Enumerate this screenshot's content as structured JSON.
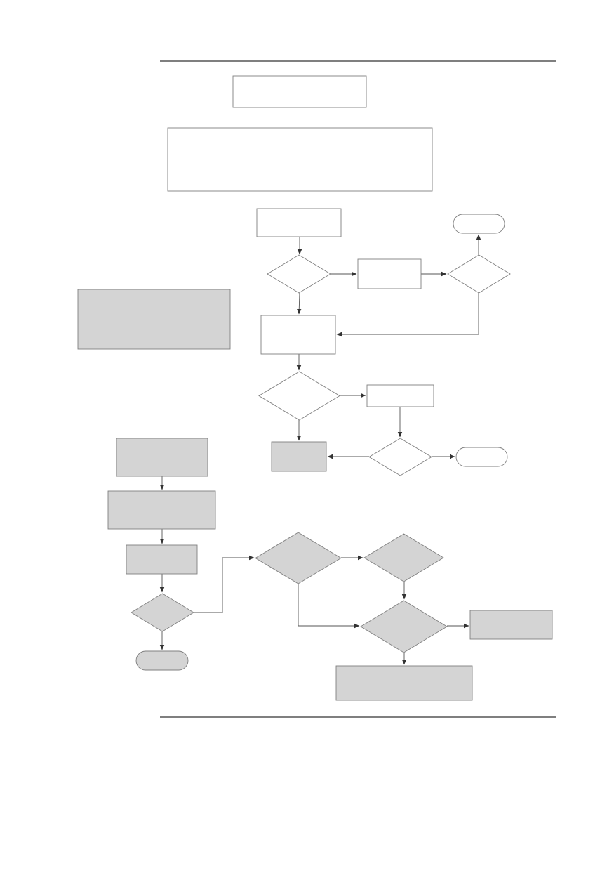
{
  "colors": {
    "page": "#ffffff",
    "outline": "#7f7f7f",
    "empty_fill": "#ffffff",
    "shaded_fill": "#d4d4d4",
    "rule": "#333333",
    "connector": "#555555"
  },
  "nodes": [
    {
      "id": "title-box",
      "shape": "rect",
      "fill": "white",
      "label": ""
    },
    {
      "id": "intro-box",
      "shape": "rect",
      "fill": "white",
      "label": ""
    },
    {
      "id": "note-box",
      "shape": "rect",
      "fill": "shaded",
      "label": ""
    },
    {
      "id": "step-1",
      "shape": "rect",
      "fill": "white",
      "label": ""
    },
    {
      "id": "decision-1",
      "shape": "diamond",
      "fill": "white",
      "label": ""
    },
    {
      "id": "step-1b",
      "shape": "rect",
      "fill": "white",
      "label": ""
    },
    {
      "id": "decision-1b",
      "shape": "diamond",
      "fill": "white",
      "label": ""
    },
    {
      "id": "terminal-1",
      "shape": "terminal",
      "fill": "white",
      "label": ""
    },
    {
      "id": "step-2",
      "shape": "rect",
      "fill": "white",
      "label": ""
    },
    {
      "id": "decision-2",
      "shape": "diamond",
      "fill": "white",
      "label": ""
    },
    {
      "id": "step-2b",
      "shape": "rect",
      "fill": "white",
      "label": ""
    },
    {
      "id": "decision-2b",
      "shape": "diamond",
      "fill": "white",
      "label": ""
    },
    {
      "id": "terminal-2",
      "shape": "terminal",
      "fill": "white",
      "label": ""
    },
    {
      "id": "step-3",
      "shape": "rect",
      "fill": "shaded",
      "label": ""
    },
    {
      "id": "step-4",
      "shape": "rect",
      "fill": "shaded",
      "label": ""
    },
    {
      "id": "step-5",
      "shape": "rect",
      "fill": "shaded",
      "label": ""
    },
    {
      "id": "step-6",
      "shape": "rect",
      "fill": "shaded",
      "label": ""
    },
    {
      "id": "decision-3",
      "shape": "diamond",
      "fill": "shaded",
      "label": ""
    },
    {
      "id": "terminal-3",
      "shape": "terminal",
      "fill": "shaded",
      "label": ""
    },
    {
      "id": "decision-4",
      "shape": "diamond",
      "fill": "shaded",
      "label": ""
    },
    {
      "id": "decision-5",
      "shape": "diamond",
      "fill": "shaded",
      "label": ""
    },
    {
      "id": "decision-6",
      "shape": "diamond",
      "fill": "shaded",
      "label": ""
    },
    {
      "id": "step-7",
      "shape": "rect",
      "fill": "shaded",
      "label": ""
    },
    {
      "id": "step-8",
      "shape": "rect",
      "fill": "shaded",
      "label": ""
    }
  ],
  "edges": [
    {
      "from": "step-1",
      "to": "decision-1"
    },
    {
      "from": "decision-1",
      "to": "step-1b"
    },
    {
      "from": "step-1b",
      "to": "decision-1b"
    },
    {
      "from": "decision-1b",
      "to": "terminal-1"
    },
    {
      "from": "decision-1",
      "to": "step-2"
    },
    {
      "from": "decision-1b",
      "to": "step-2"
    },
    {
      "from": "step-2",
      "to": "decision-2"
    },
    {
      "from": "decision-2",
      "to": "step-2b"
    },
    {
      "from": "step-2b",
      "to": "decision-2b"
    },
    {
      "from": "decision-2b",
      "to": "terminal-2"
    },
    {
      "from": "decision-2",
      "to": "step-3"
    },
    {
      "from": "decision-2b",
      "to": "step-3"
    },
    {
      "from": "step-3",
      "to": "step-4"
    },
    {
      "from": "step-4",
      "to": "step-5"
    },
    {
      "from": "step-5",
      "to": "step-6"
    },
    {
      "from": "step-6",
      "to": "decision-3"
    },
    {
      "from": "decision-3",
      "to": "terminal-3"
    },
    {
      "from": "decision-3",
      "to": "decision-4"
    },
    {
      "from": "decision-4",
      "to": "decision-5"
    },
    {
      "from": "decision-4",
      "to": "decision-6"
    },
    {
      "from": "decision-5",
      "to": "decision-6"
    },
    {
      "from": "decision-6",
      "to": "step-7"
    },
    {
      "from": "decision-6",
      "to": "step-8"
    }
  ]
}
